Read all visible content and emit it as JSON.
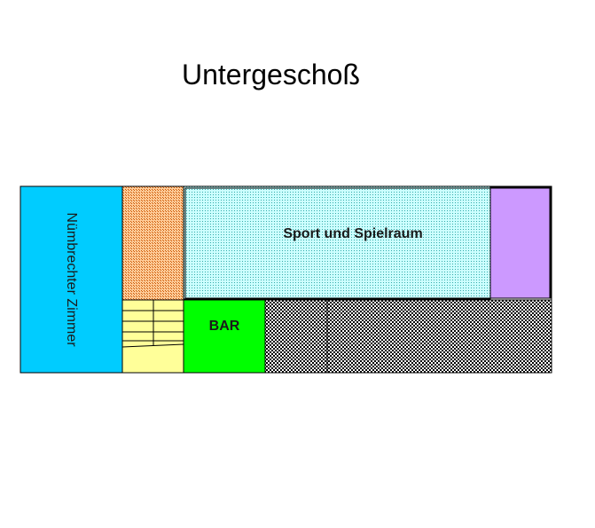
{
  "title": "Untergeschoß",
  "rooms": {
    "nuembrecht": {
      "label": "Nümbrechter Zimmer",
      "color": "#00ccff"
    },
    "sport": {
      "label": "Sport und Spielraum",
      "color": "#ccffff",
      "dot_color": "#33aaaa"
    },
    "bar": {
      "label": "BAR",
      "color": "#00ff00"
    },
    "small_room": {
      "color": "#ffcc99",
      "dot_color": "#cc5500"
    },
    "stairs": {
      "color": "#ffff99"
    },
    "storage": {
      "color": "#cc99ff"
    },
    "checker": {
      "color": "#000000"
    }
  }
}
